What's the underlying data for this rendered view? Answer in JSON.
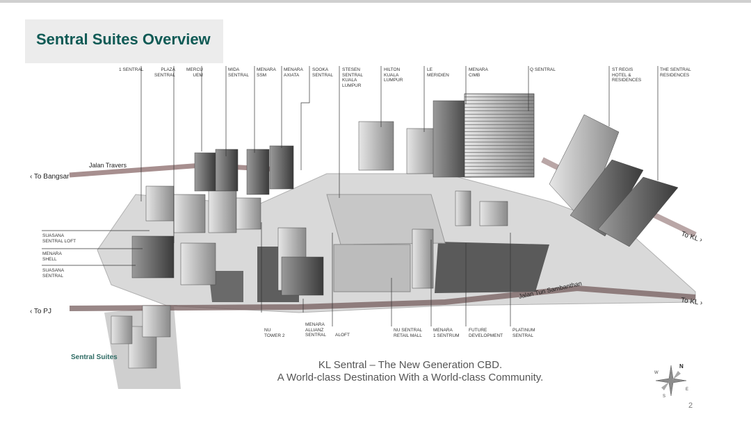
{
  "title": "Sentral Suites Overview",
  "top_labels": [
    "1 SENTRAL",
    "PLAZA\nSENTRAL",
    "MERCU\nUEM",
    "MIDA\nSENTRAL",
    "MENARA\nSSM",
    "MENARA\nAXIATA",
    "SOOKA\nSENTRAL",
    "STESEN\nSENTRAL\nKUALA\nLUMPUR",
    "HILTON\nKUALA\nLUMPUR",
    "LE\nMERIDIEN",
    "MENARA\nCIMB",
    "Q SENTRAL",
    "ST REGIS\nHOTEL &\nRESIDENCES",
    "THE SENTRAL\nRESIDENCES"
  ],
  "left_labels": [
    "SUASANA\nSENTRAL LOFT",
    "MENARA\nSHELL",
    "SUASANA\nSENTRAL"
  ],
  "bottom_labels": [
    "NU\nTOWER 2",
    "MENARA\nALLIANZ\nSENTRAL",
    "ALOFT",
    "NU SENTRAL\nRETAIL MALL",
    "MENARA\n1 SENTRUM",
    "FUTURE\nDEVELOPMENT",
    "PLATINUM\nSENTRAL"
  ],
  "roads": {
    "jalan_travers": "Jalan Travers",
    "to_bangsar": "‹ To Bangsar",
    "to_pj": "‹ To PJ",
    "to_kl_1": "To KL ›",
    "to_kl_2": "To KL ›",
    "jalan_tun": "Jalan Tun Sambanthan"
  },
  "sentral_suites": "Sentral Suites",
  "tagline_1": "KL Sentral – The New Generation CBD.",
  "tagline_2": "A World-class Destination With a World-class Community.",
  "compass": {
    "n": "N",
    "e": "E",
    "s": "S",
    "w": "W"
  },
  "page_number": "2",
  "colors": {
    "title": "#0f5a55",
    "road": "#8a5a5a",
    "suites": "#2d6a63"
  }
}
